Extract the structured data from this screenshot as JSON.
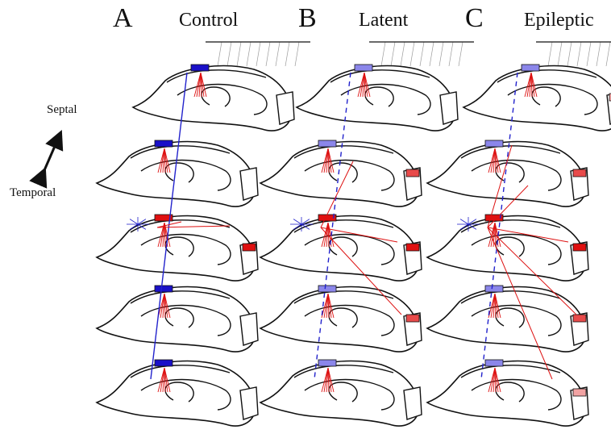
{
  "panels": [
    {
      "letter": "A",
      "title": "Control"
    },
    {
      "letter": "B",
      "title": "Latent"
    },
    {
      "letter": "C",
      "title": "Epileptic"
    }
  ],
  "axis": {
    "top_label": "Septal",
    "bottom_label": "Temporal"
  },
  "colors": {
    "outline": "#111111",
    "blue_projection": "#2222cc",
    "red_projection": "#dd1111",
    "blue_strong": "#1a10c8",
    "blue_light": "#8b86ea",
    "red_strong": "#e01010",
    "red_medium": "#e84a4a",
    "red_light": "#f2a3a3"
  },
  "panel_states": [
    {
      "blue_line": "solid",
      "boxes": [
        "blue_strong",
        "blue_strong",
        "red_strong",
        "blue_strong",
        "blue_strong"
      ],
      "side": [
        "none",
        "none",
        "red_strong",
        "none",
        "none"
      ]
    },
    {
      "blue_line": "dashed",
      "boxes": [
        "blue_light",
        "blue_light",
        "red_strong",
        "blue_light",
        "blue_light"
      ],
      "side": [
        "none",
        "red_medium",
        "red_strong",
        "red_medium",
        "none"
      ]
    },
    {
      "blue_line": "dashed",
      "boxes": [
        "blue_light",
        "blue_light",
        "red_strong",
        "blue_light",
        "blue_light"
      ],
      "side": [
        "red_light",
        "red_medium",
        "red_strong",
        "red_medium",
        "red_light"
      ]
    }
  ]
}
